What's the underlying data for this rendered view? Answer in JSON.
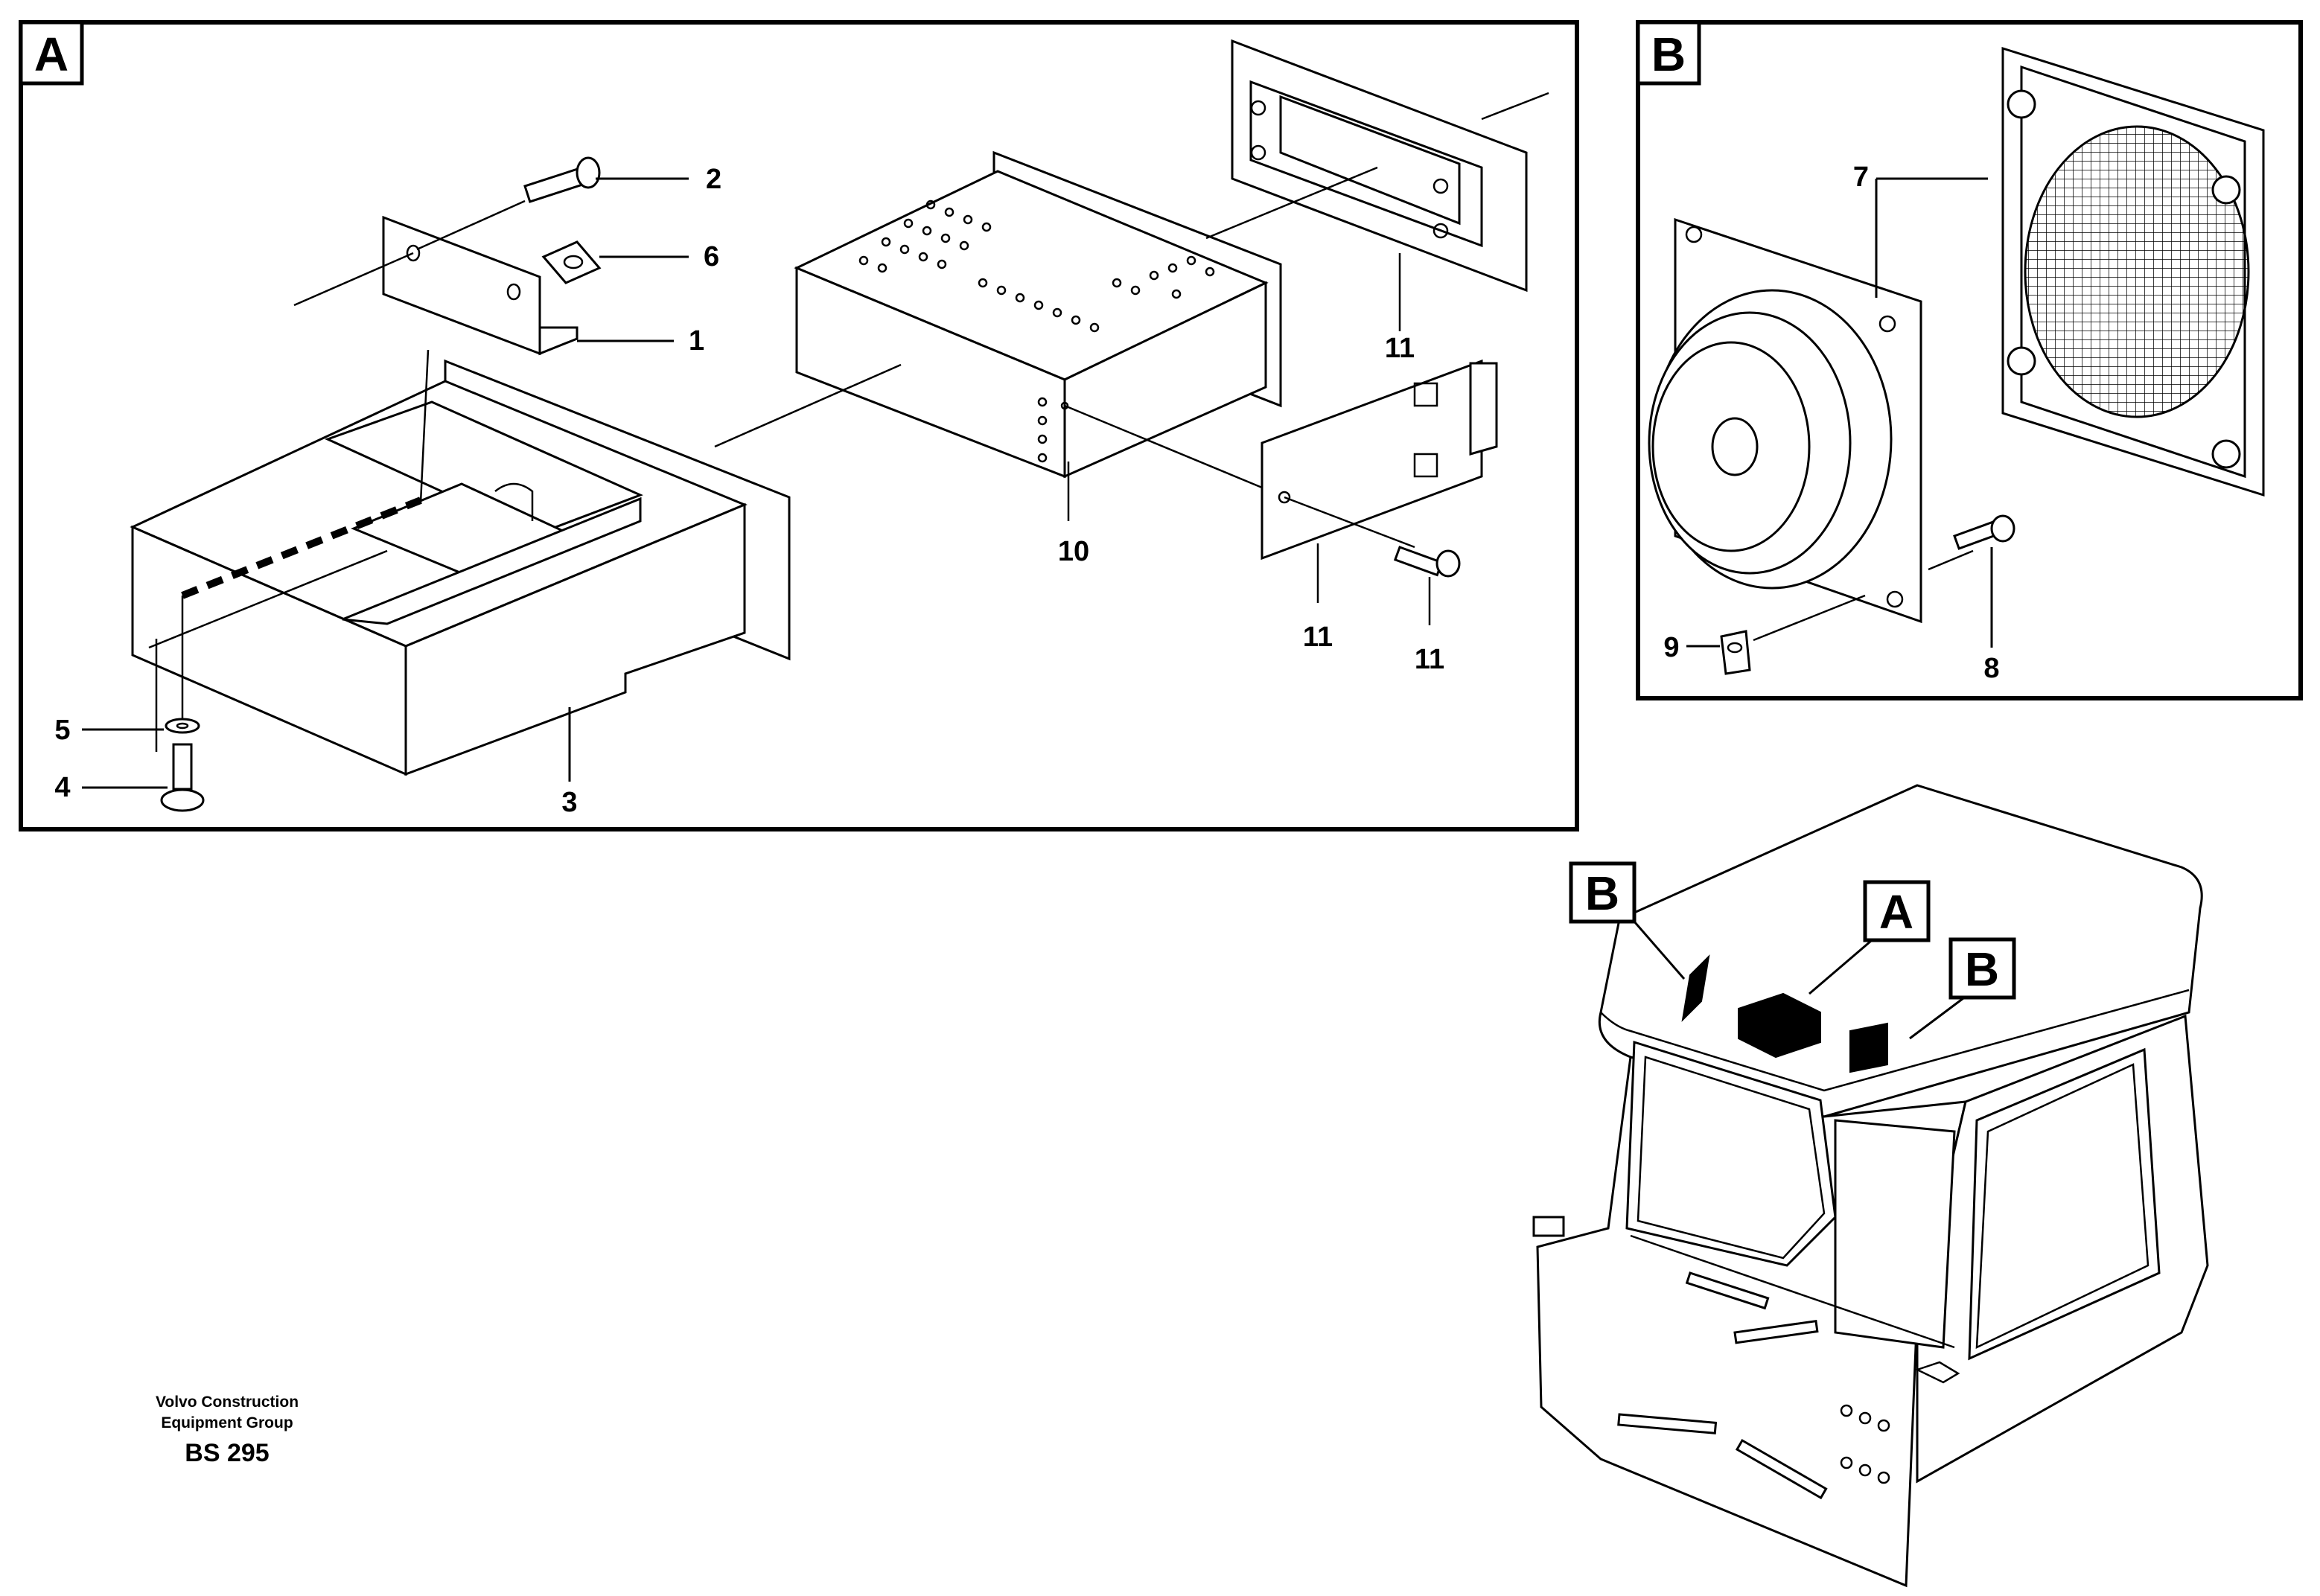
{
  "panels": {
    "a": {
      "letter": "A"
    },
    "b": {
      "letter": "B"
    }
  },
  "callouts": {
    "c1": "1",
    "c2": "2",
    "c3": "3",
    "c4": "4",
    "c5": "5",
    "c6": "6",
    "c7": "7",
    "c8": "8",
    "c9": "9",
    "c10": "10",
    "c11a": "11",
    "c11b": "11",
    "c11c": "11"
  },
  "cab_markers": {
    "left_b": "B",
    "center_a": "A",
    "right_b": "B"
  },
  "footer": {
    "line1": "Volvo Construction",
    "line2": "Equipment Group",
    "code": "BS 295"
  }
}
